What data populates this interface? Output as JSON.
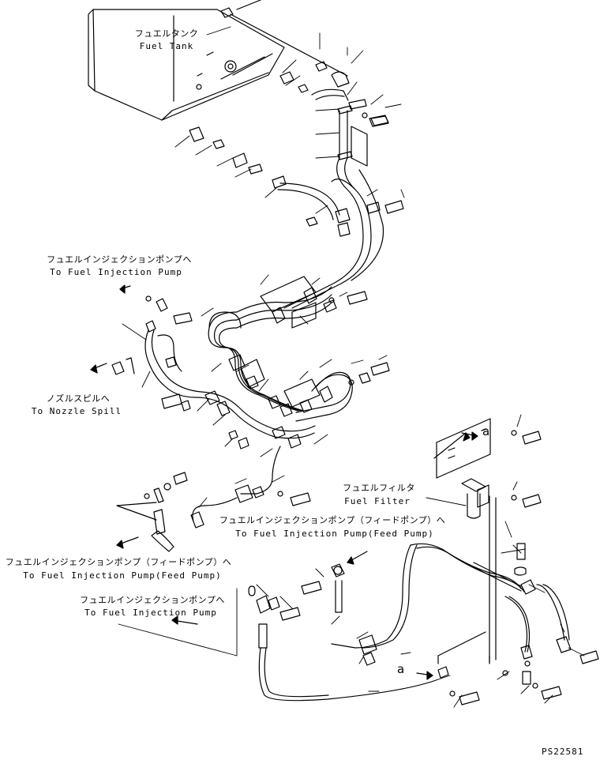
{
  "labels": {
    "fuel_tank_jp": "フュエルタンク",
    "fuel_tank_en": "Fuel Tank",
    "injection_pump_top_jp": "フュエルインジェクションポンプへ",
    "injection_pump_top_en": "To Fuel Injection Pump",
    "nozzle_spill_jp": "ノズルスピルへ",
    "nozzle_spill_en": "To Nozzle Spill",
    "fuel_filter_jp": "フュエルフィルタ",
    "fuel_filter_en": "Fuel Filter",
    "feed_pump_right_jp": "フュエルインジェクションポンプ（フィードポンプ）へ",
    "feed_pump_right_en": "To Fuel Injection Pump(Feed Pump)",
    "feed_pump_left_jp": "フュエルインジェクションポンプ（フィードポンプ）へ",
    "feed_pump_left_en": "To Fuel Injection Pump(Feed Pump)",
    "injection_pump_bottom_jp": "フュエルインジェクションポンプへ",
    "injection_pump_bottom_en": "To Fuel Injection Pump",
    "ref_a_top": "a",
    "ref_a_bottom": "a",
    "drawing_number": "PS22581"
  }
}
